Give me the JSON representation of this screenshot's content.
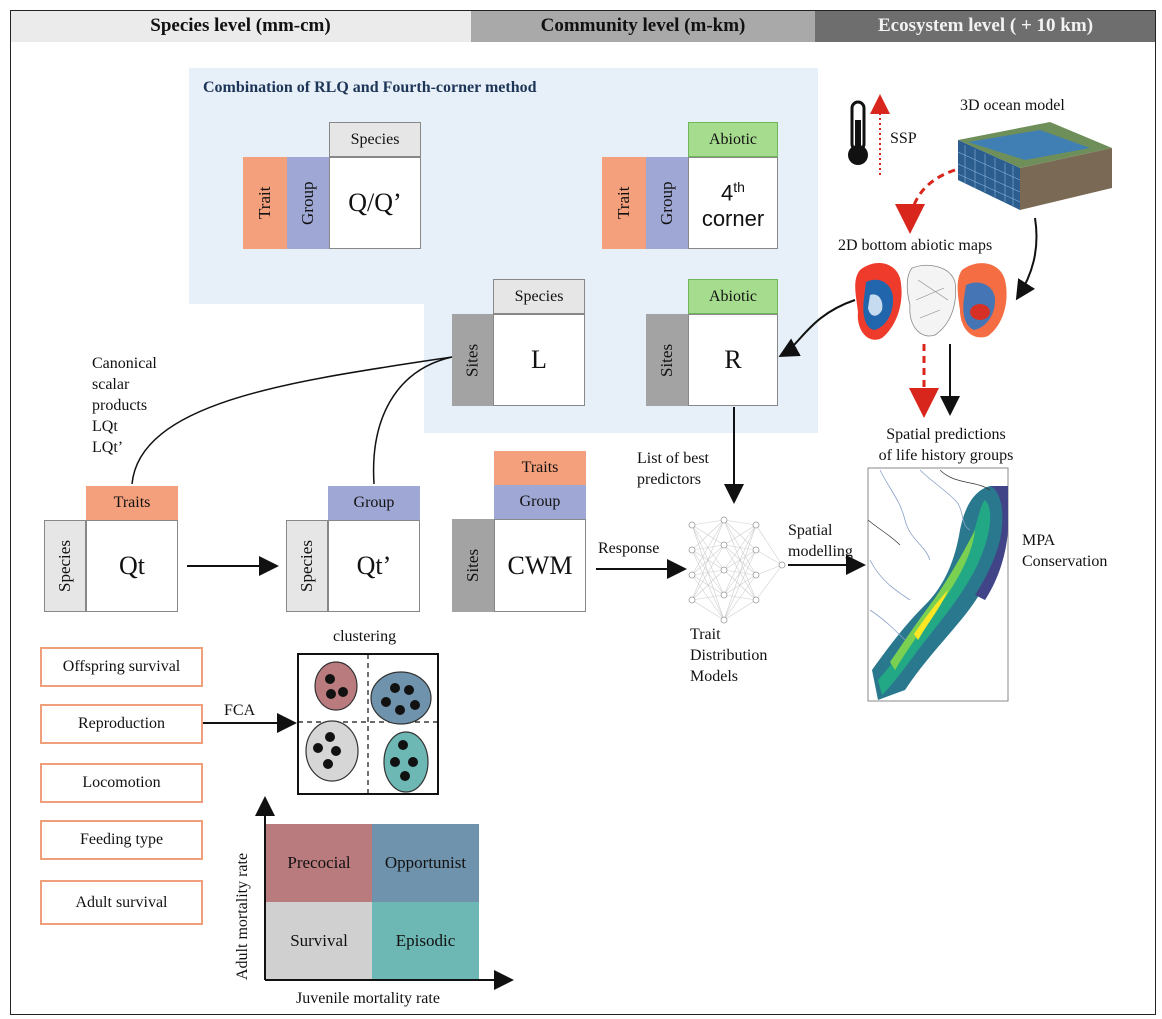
{
  "headers": {
    "species_level": "Species level (mm-cm)",
    "community_level": "Community level (m-km)",
    "ecosystem_level": "Ecosystem level ( + 10 km)"
  },
  "rlq_panel": {
    "title": "Combination of RLQ and Fourth-corner method"
  },
  "matrices": {
    "q": {
      "top": "Species",
      "side1": "Trait",
      "side2": "Group",
      "main": "Q/Q’"
    },
    "fourth": {
      "top": "Abiotic",
      "side1": "Trait",
      "side2": "Group",
      "main_line1": "4",
      "main_sup": "th",
      "main_line2": "corner"
    },
    "l": {
      "top": "Species",
      "side": "Sites",
      "main": "L"
    },
    "r": {
      "top": "Abiotic",
      "side": "Sites",
      "main": "R"
    },
    "qt": {
      "top": "Traits",
      "side": "Species",
      "main": "Qt"
    },
    "qt2": {
      "top": "Group",
      "side": "Species",
      "main": "Qt’"
    },
    "cwm": {
      "top1": "Traits",
      "top2": "Group",
      "side": "Sites",
      "main": "CWM"
    }
  },
  "texts": {
    "canonical": [
      "Canonical",
      "scalar",
      "products",
      "LQt",
      "LQt’"
    ],
    "clustering": "clustering",
    "fca": "FCA",
    "response": "Response",
    "list_best": [
      "List of best",
      "predictors"
    ],
    "tdm": [
      "Trait",
      "Distribution",
      "Models"
    ],
    "spatial_modelling": [
      "Spatial",
      "modelling"
    ],
    "mpa": [
      "MPA",
      "Conservation"
    ],
    "spatial_predictions": [
      "Spatial predictions",
      "of life history groups"
    ],
    "ssp": "SSP",
    "ocean_model": "3D ocean model",
    "abiotic_maps": "2D bottom abiotic maps"
  },
  "trait_boxes": [
    "Offspring survival",
    "Reproduction",
    "Locomotion",
    "Feeding type",
    "Adult survival"
  ],
  "life_history": {
    "quadrants": [
      "Precocial",
      "Opportunist",
      "Survival",
      "Episodic"
    ],
    "x_axis": "Juvenile mortality rate",
    "y_axis": "Adult mortality rate"
  },
  "colors": {
    "trait": "#f4a07c",
    "group": "#9fa8d4",
    "abiotic": "#a6dc8e",
    "species_top": "#e6e6e6",
    "sites": "#a3a3a3",
    "panel": "#e7f0f8",
    "precocial": "#b97b7e",
    "opportunist": "#6f93ad",
    "survival": "#d0d0d0",
    "episodic": "#6db8b5",
    "arrow_red": "#d9261c"
  }
}
